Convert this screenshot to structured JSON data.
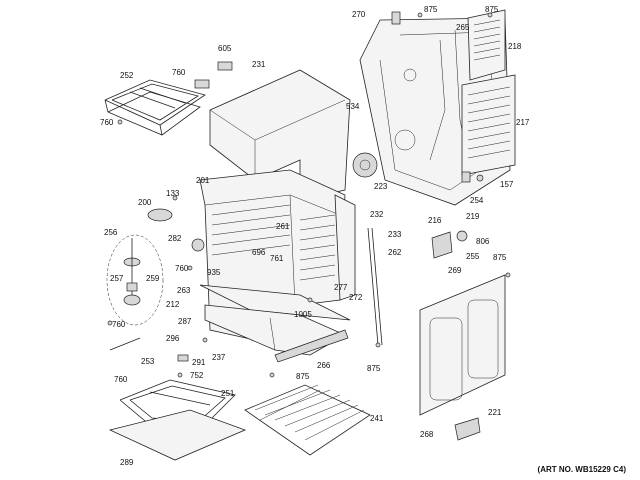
{
  "art_number": "(ART NO. WB15229 C4)",
  "parts": {
    "p270": "270",
    "p875a": "875",
    "p875b": "875",
    "p265": "265",
    "p218": "218",
    "p605": "605",
    "p231": "231",
    "p252": "252",
    "p760a": "760",
    "p760b": "760",
    "p534": "534",
    "p217": "217",
    "p201": "201",
    "p223": "223",
    "p157": "157",
    "p133": "133",
    "p254": "254",
    "p200": "200",
    "p232": "232",
    "p216": "216",
    "p219": "219",
    "p256": "256",
    "p282": "282",
    "p261": "261",
    "p233": "233",
    "p806": "806",
    "p262": "262",
    "p875c": "875",
    "p255": "255",
    "p760c": "760",
    "p696": "696",
    "p761": "761",
    "p935": "935",
    "p269": "269",
    "p257": "257",
    "p259": "259",
    "p263": "263",
    "p277": "277",
    "p212": "212",
    "p272": "272",
    "p760d": "760",
    "p287": "287",
    "p1005": "1005",
    "p296": "296",
    "p237": "237",
    "p253": "253",
    "p266": "266",
    "p291": "291",
    "p752": "752",
    "p875d": "875",
    "p875e": "875",
    "p760e": "760",
    "p251": "251",
    "p241": "241",
    "p221": "221",
    "p268": "268",
    "p289": "289"
  }
}
